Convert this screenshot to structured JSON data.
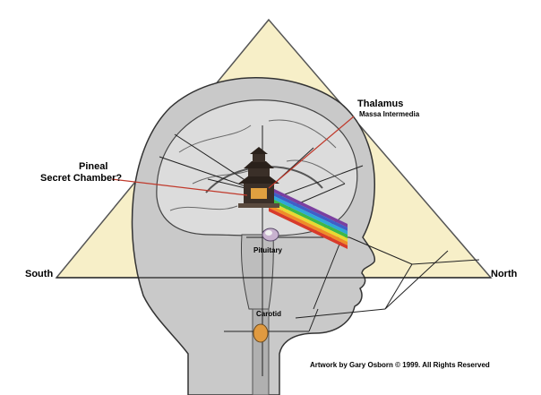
{
  "labels": {
    "thalamus": "Thalamus",
    "massa_intermedia": "Massa Intermedia",
    "pineal": "Pineal",
    "secret_chamber": "Secret Chamber?",
    "pituitary": "Pituitary",
    "carotid": "Carotid",
    "south": "South",
    "north": "North"
  },
  "credit": "Artwork by Gary Osborn © 1999. All Rights Reserved",
  "colors": {
    "pyramid_fill": "#f7efc8",
    "pyramid_stroke": "#555555",
    "head_fill": "#c9c9c9",
    "brain_fill": "#dcdcdc",
    "pointer_line": "#c0392b",
    "temple_color": "#3a2f28"
  },
  "spectrum_colors": [
    "#7b3fa0",
    "#3f5fc8",
    "#2ea8d8",
    "#3cb84a",
    "#e8d832",
    "#f08c28",
    "#d83a2a"
  ]
}
